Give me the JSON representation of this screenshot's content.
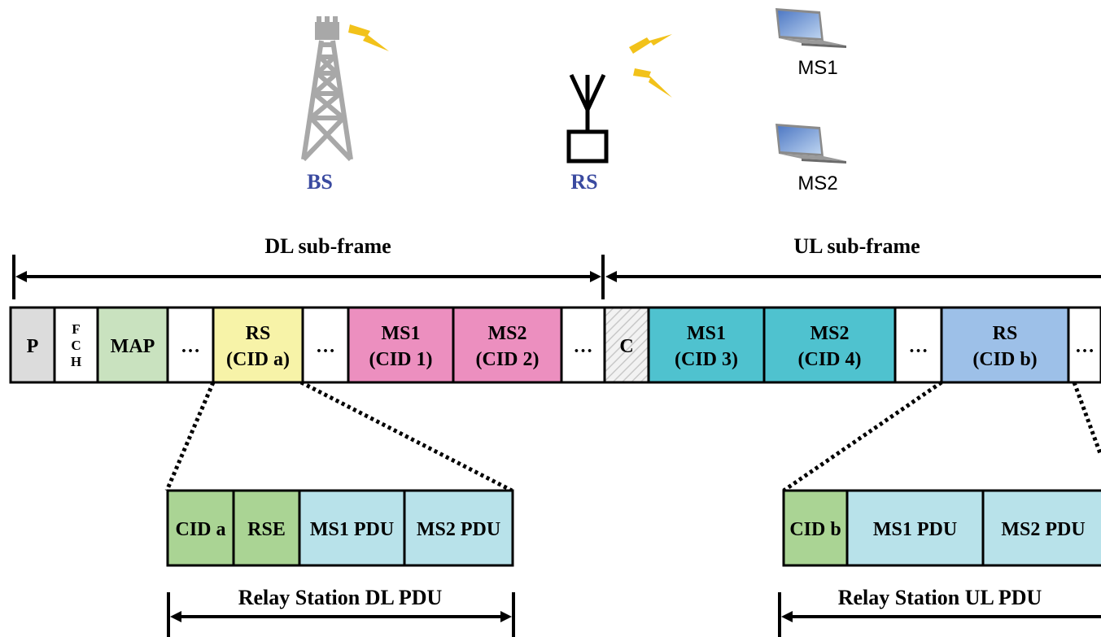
{
  "nodes": {
    "bs": "BS",
    "rs": "RS",
    "ms1": "MS1",
    "ms2": "MS2"
  },
  "subframes": {
    "dl": "DL sub-frame",
    "ul": "UL sub-frame"
  },
  "frame_cells": [
    {
      "lines": [
        "P"
      ],
      "color": "#dcdcdc"
    },
    {
      "lines": [
        "F",
        "C",
        "H"
      ],
      "color": "#ffffff"
    },
    {
      "lines": [
        "MAP"
      ],
      "color": "#c9e2bf"
    },
    {
      "lines": [
        "…"
      ],
      "color": "#ffffff"
    },
    {
      "lines": [
        "RS",
        "(CID a)"
      ],
      "color": "#f7f3a8"
    },
    {
      "lines": [
        "…"
      ],
      "color": "#ffffff"
    },
    {
      "lines": [
        "MS1",
        "(CID 1)"
      ],
      "color": "#ec8fbf"
    },
    {
      "lines": [
        "MS2",
        "(CID 2)"
      ],
      "color": "#ec8fbf"
    },
    {
      "lines": [
        "…"
      ],
      "color": "#ffffff"
    },
    {
      "lines": [
        "C"
      ],
      "color": "hatch"
    },
    {
      "lines": [
        "MS1",
        "(CID 3)"
      ],
      "color": "#4fc2cf"
    },
    {
      "lines": [
        "MS2",
        "(CID 4)"
      ],
      "color": "#4fc2cf"
    },
    {
      "lines": [
        "…"
      ],
      "color": "#ffffff"
    },
    {
      "lines": [
        "RS",
        "(CID b)"
      ],
      "color": "#9dc0e8"
    },
    {
      "lines": [
        "…"
      ],
      "color": "#ffffff"
    }
  ],
  "dl_pdu": {
    "cells": [
      {
        "label": "CID a",
        "color": "#aad494"
      },
      {
        "label": "RSE",
        "color": "#aad494"
      },
      {
        "label": "MS1 PDU",
        "color": "#b8e2ea"
      },
      {
        "label": "MS2 PDU",
        "color": "#b8e2ea"
      }
    ],
    "title": "Relay Station DL PDU"
  },
  "ul_pdu": {
    "cells": [
      {
        "label": "CID b",
        "color": "#aad494"
      },
      {
        "label": "MS1 PDU",
        "color": "#b8e2ea"
      },
      {
        "label": "MS2 PDU",
        "color": "#b8e2ea"
      }
    ],
    "title": "Relay Station UL PDU"
  },
  "colors": {
    "tower": "#a8a8a8",
    "lightning": "#f2c21a",
    "node_label": "#3a4aa0"
  },
  "icons": [
    "tower-icon",
    "antenna-icon",
    "laptop-icon",
    "lightning-icon"
  ]
}
